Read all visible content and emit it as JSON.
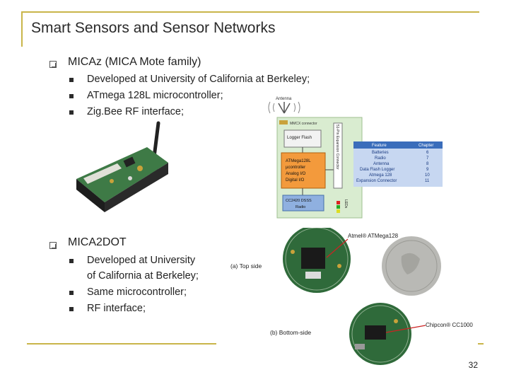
{
  "slide": {
    "title": "Smart Sensors and Sensor Networks",
    "page_number": "32"
  },
  "section1": {
    "heading": "MICAz (MICA Mote family)",
    "bullets": [
      "Developed at University of California at Berkeley;",
      "ATmega 128L microcontroller;",
      "Zig.Bee RF interface;"
    ]
  },
  "section2": {
    "heading": "MICA2DOT",
    "bullets": [
      "Developed at University",
      "of California at Berkeley;",
      "Same microcontroller;",
      "RF interface;"
    ]
  },
  "diagram": {
    "antenna_label": "Antenna",
    "mmcx_label": "MMCX connector",
    "logger_label": "Logger Flash",
    "mcu_lines": [
      "ATMega128L",
      "µcontroller",
      "Analog I/O",
      "Digital I/O"
    ],
    "radio_lines": [
      "CC2420 DSSS",
      "Radio"
    ],
    "expansion_label": "51-Pin Expansion Connector",
    "leds_label": "LEDs",
    "table_headers": [
      "Feature",
      "Chapter"
    ],
    "table_rows": [
      [
        "Batteries",
        "6"
      ],
      [
        "Radio",
        "7"
      ],
      [
        "Antenna",
        "8"
      ],
      [
        "Data Flash Logger",
        "9"
      ],
      [
        "Atmega 128",
        "10"
      ],
      [
        "Expansion Connector",
        "11"
      ]
    ]
  },
  "mica2dot_photo": {
    "top_side_label": "(a) Top side",
    "bottom_side_label": "(b) Bottom-side",
    "chip_top_label": "Atmel® ATMega128",
    "chip_bottom_label": "Chipcon® CC1000"
  },
  "colors": {
    "frame": "#c9b54a",
    "diagram_bg": "#d9ecd0",
    "mcu_box": "#f39a3c",
    "radio_box": "#8fb0e0",
    "table_header": "#3a6dbb",
    "table_body": "#c7d7f1",
    "pcb_green": "#2f6a3a"
  }
}
